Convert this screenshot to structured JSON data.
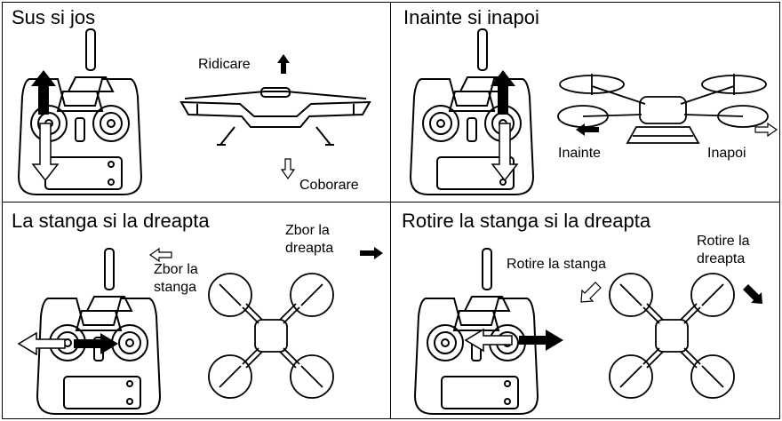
{
  "panels": [
    {
      "title": "Sus si jos",
      "labels": {
        "up": "Ridicare",
        "down": "Coborare"
      }
    },
    {
      "title": "Inainte si inapoi",
      "labels": {
        "forward": "Inainte",
        "backward": "Inapoi"
      }
    },
    {
      "title": "La stanga si la dreapta",
      "labels": {
        "left": "Zbor la stanga",
        "right": "Zbor la dreapta"
      }
    },
    {
      "title": "Rotire la stanga si la dreapta",
      "labels": {
        "left": "Rotire la stanga",
        "right": "Rotire la dreapta"
      }
    }
  ],
  "icons": {
    "controller": "remote-controller-icon",
    "drone_side": "drone-side-view-icon",
    "drone_top": "drone-top-view-icon",
    "arrow_filled": "filled-arrow-icon",
    "arrow_outline": "outline-arrow-icon"
  }
}
